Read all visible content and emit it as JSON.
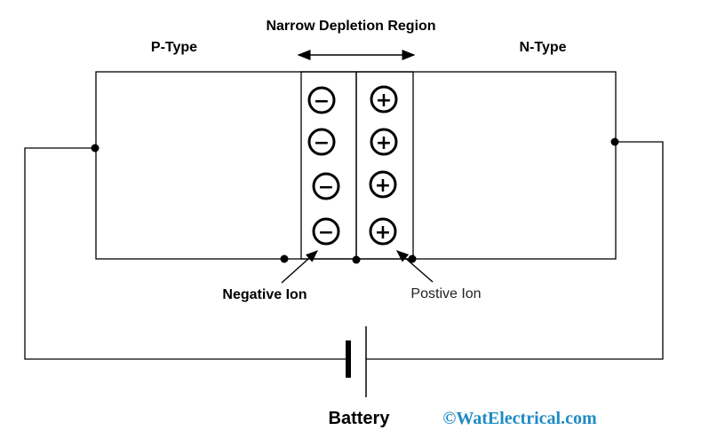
{
  "labels": {
    "title": "Narrow Depletion Region",
    "p_type": "P-Type",
    "n_type": "N-Type",
    "negative_ion": "Negative Ion",
    "positive_ion": "Postive Ion",
    "battery": "Battery",
    "watermark": "©WatElectrical.com"
  },
  "ions": {
    "negative_symbol": "−",
    "positive_symbol": "+",
    "negative_count": 4,
    "positive_count": 4
  },
  "colors": {
    "line": "#000000",
    "watermark": "#1e8bc3",
    "background": "#ffffff"
  }
}
